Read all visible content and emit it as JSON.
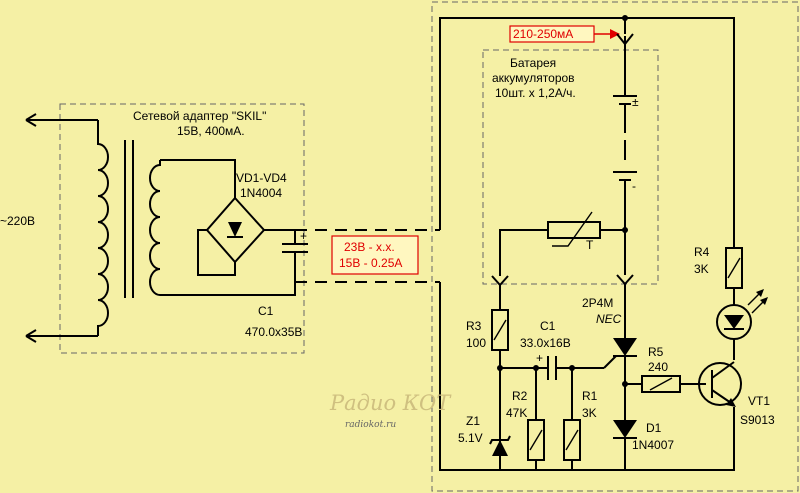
{
  "colors": {
    "background": "#f5f0a5",
    "wire": "#000000",
    "highlight": "#e00000",
    "boundary": "#666666"
  },
  "labels": {
    "mains": "~220В",
    "adapter_title": "Сетевой адаптер \"SKIL\"",
    "adapter_rating": "15В, 400мА.",
    "bridge_ref": "VD1-VD4",
    "bridge_type": "1N4004",
    "c1_adapter_ref": "С1",
    "c1_adapter_value": "470.0х35В",
    "voltage_idle": "23В - х.х.",
    "voltage_load": "15В - 0.25А",
    "current": "210-250мА",
    "battery_line1": "Батарея",
    "battery_line2": "аккумуляторов",
    "battery_line3": "10шт. х 1,2А/ч.",
    "thermistor": "T",
    "scr_ref": "2Р4М",
    "scr_maker": "NEC",
    "r3_ref": "R3",
    "r3_value": "100",
    "c1_ref": "С1",
    "c1_value": "33.0х16В",
    "r2_ref": "R2",
    "r2_value": "47K",
    "r1_ref": "R1",
    "r1_value": "3K",
    "z1_ref": "Z1",
    "z1_value": "5.1V",
    "r5_ref": "R5",
    "r5_value": "240",
    "d1_ref": "D1",
    "d1_type": "1N4007",
    "r4_ref": "R4",
    "r4_value": "3K",
    "vt1_ref": "VT1",
    "vt1_type": "S9013",
    "watermark_logo": "Радио КОТ",
    "watermark_url": "radiokot.ru"
  },
  "icons": {
    "transformer": "transformer-icon",
    "bridge": "diode-bridge-icon",
    "battery": "battery-icon",
    "thermistor": "thermistor-icon",
    "thyristor": "thyristor-icon",
    "zener": "zener-diode-icon",
    "diode": "diode-icon",
    "led": "led-icon",
    "transistor": "npn-transistor-icon"
  }
}
